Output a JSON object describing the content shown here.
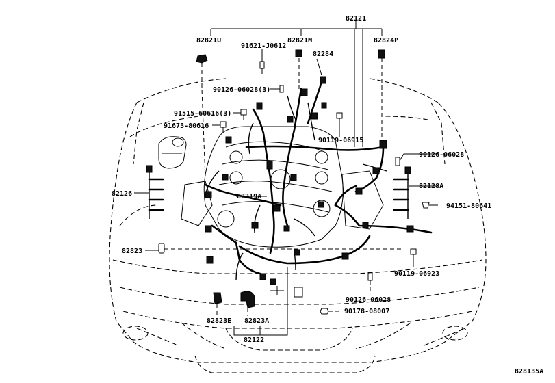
{
  "diagram": {
    "figure_code": "828135A",
    "labels": {
      "assy_top": "82121",
      "p82821U": "82821U",
      "p91621": "91621-J0612",
      "p82821M": "82821M",
      "p82824P": "82824P",
      "p82284": "82284",
      "p90126a": "90126-06028(3)",
      "p91515": "91515-60616(3)",
      "p91673": "91673-80616",
      "p90119a": "90119-06915",
      "p90126b": "90126-06028",
      "p82126": "82126",
      "p82128A": "82128A",
      "p94151": "94151-80641",
      "p82219A": "82219A",
      "p82823": "82823",
      "p90119b": "90119-06923",
      "p90126c": "90126-06028",
      "p90178": "90178-08007",
      "p82823E": "82823E",
      "p82823A": "82823A",
      "p82122": "82122"
    }
  }
}
